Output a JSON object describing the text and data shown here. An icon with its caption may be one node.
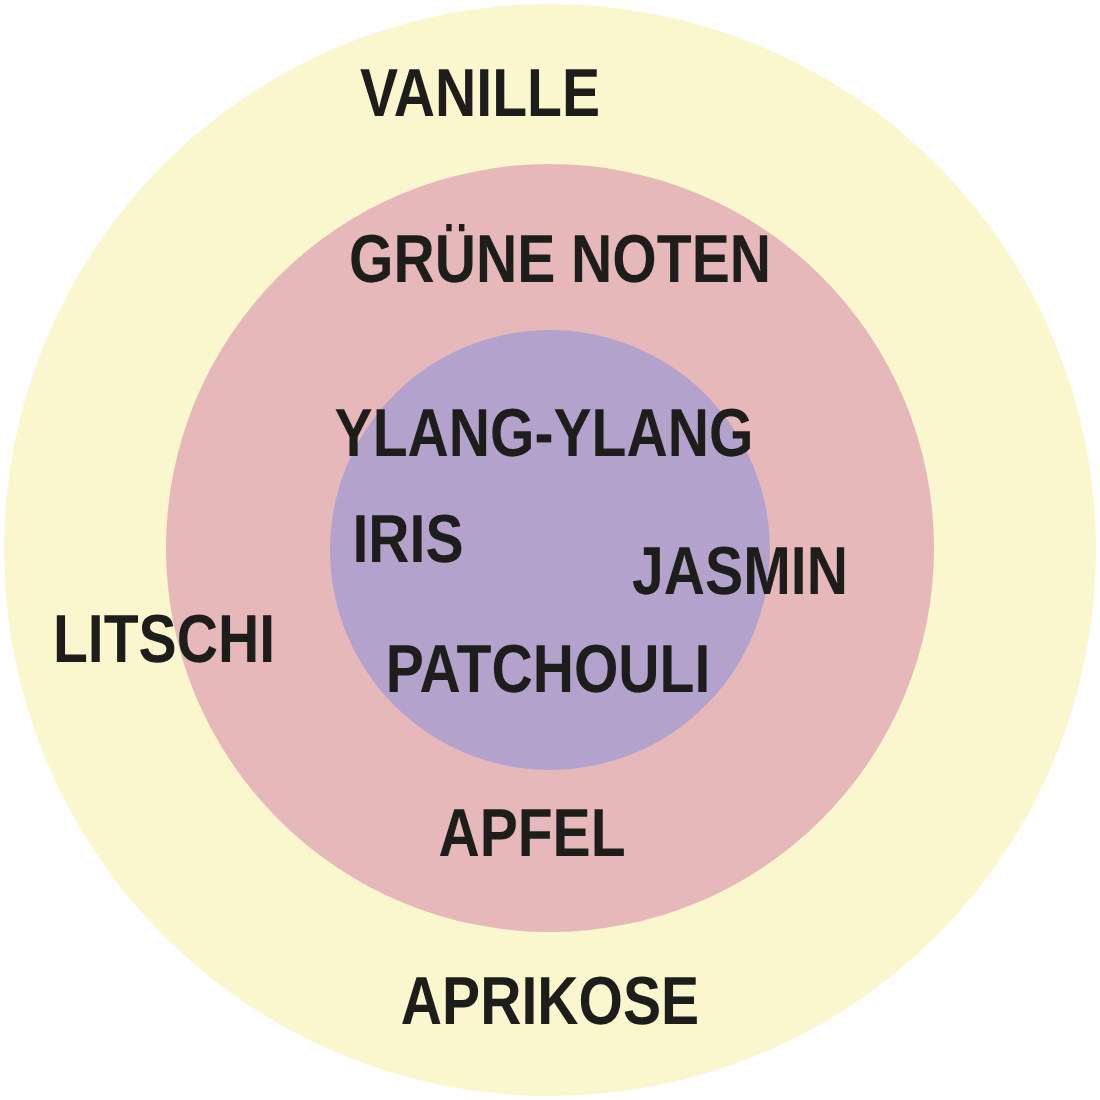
{
  "diagram": {
    "nodes": [
      {
        "text": [
          "VANILLE",
          "LITSCHI",
          "APRIKOSE"
        ]
      },
      {
        "text": [
          "GRÜNE NOTEN",
          "APFEL"
        ],
        "in": 0
      },
      {
        "text": [
          "YLANG-YLANG",
          "IRIS",
          "JASMIN",
          "PATCHOULI"
        ],
        "in": 1
      }
    ]
  }
}
